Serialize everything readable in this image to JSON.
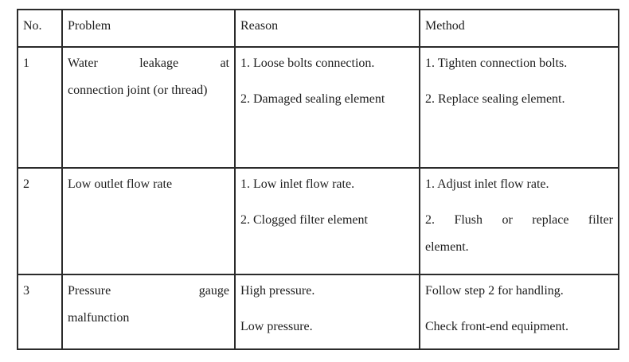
{
  "colors": {
    "page_background": "#ffffff",
    "text": "#1d1d1d",
    "table_border": "#2b2b2b"
  },
  "table": {
    "headers": {
      "no": "No.",
      "problem": "Problem",
      "reason": "Reason",
      "method": "Method"
    },
    "rows": [
      {
        "no": "1",
        "problem": {
          "line1": "Water leakage at",
          "line2": "connection joint (or thread)"
        },
        "reason": {
          "para1": "1. Loose bolts connection.",
          "para2": "2. Damaged sealing element"
        },
        "method": {
          "para1": "1. Tighten connection bolts.",
          "para2": "2. Replace sealing element."
        }
      },
      {
        "no": "2",
        "problem": {
          "line1": "Low outlet flow rate"
        },
        "reason": {
          "para1": "1. Low inlet flow rate.",
          "para2": "2. Clogged filter element"
        },
        "method": {
          "para1": "1. Adjust inlet flow rate.",
          "para2_line1": "2. Flush or replace filter",
          "para2_line2": "element."
        }
      },
      {
        "no": "3",
        "problem": {
          "line1": "Pressure gauge",
          "line2": "malfunction"
        },
        "reason": {
          "para1": "High pressure.",
          "para2": "Low pressure."
        },
        "method": {
          "para1": "Follow step 2 for handling.",
          "para2": "Check front-end equipment."
        }
      }
    ]
  }
}
